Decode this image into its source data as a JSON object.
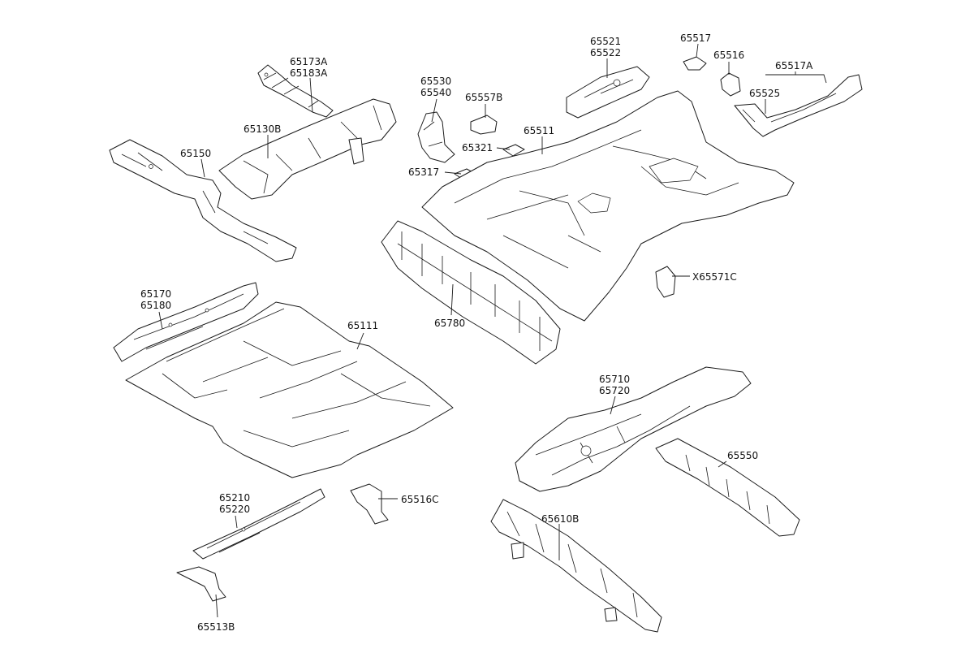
{
  "part_labels": {
    "p65173A": "65173A",
    "p65183A": "65183A",
    "p65130B": "65130B",
    "p65150": "65150",
    "p65530": "65530",
    "p65540": "65540",
    "p65557B": "65557B",
    "p65321": "65321",
    "p65317": "65317",
    "p65511": "65511",
    "p65521": "65521",
    "p65522": "65522",
    "p65517": "65517",
    "p65516": "65516",
    "p65517A": "65517A",
    "p65525": "65525",
    "pX65571C": "X65571C",
    "p65780": "65780",
    "p65170": "65170",
    "p65180": "65180",
    "p65111": "65111",
    "p65710": "65710",
    "p65720": "65720",
    "p65550": "65550",
    "p65210": "65210",
    "p65220": "65220",
    "p65516C": "65516C",
    "p65610B": "65610B",
    "p65513B": "65513B"
  }
}
